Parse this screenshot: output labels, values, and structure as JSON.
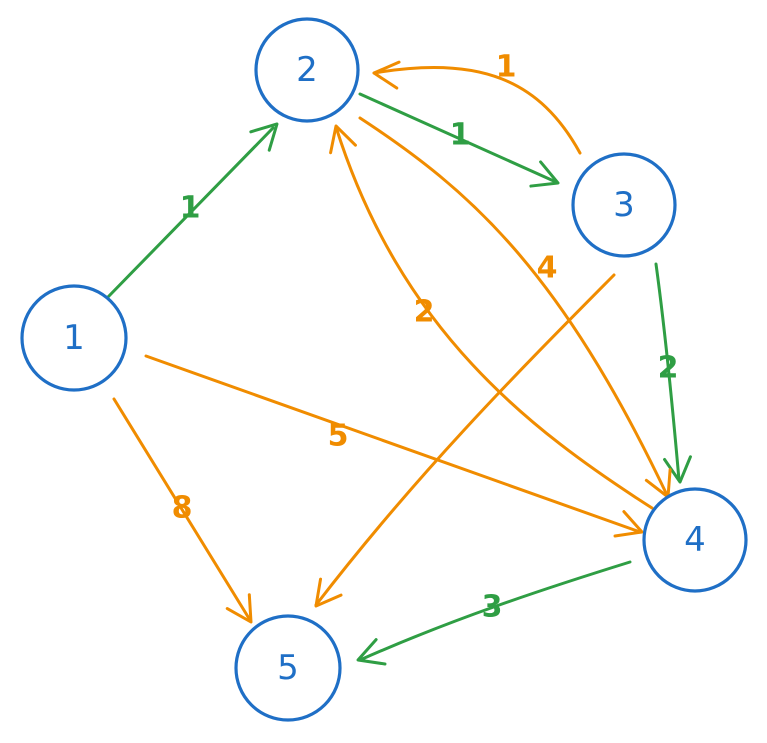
{
  "colors": {
    "node": "#1f6fc6",
    "green": "#2f9e44",
    "orange": "#f08c00"
  },
  "nodes": [
    {
      "id": "1",
      "label": "1"
    },
    {
      "id": "2",
      "label": "2"
    },
    {
      "id": "3",
      "label": "3"
    },
    {
      "id": "4",
      "label": "4"
    },
    {
      "id": "5",
      "label": "5"
    }
  ],
  "edges": [
    {
      "id": "e12",
      "from": "1",
      "to": "2",
      "weight": "1",
      "color": "green"
    },
    {
      "id": "e23",
      "from": "2",
      "to": "3",
      "weight": "1",
      "color": "green"
    },
    {
      "id": "e34",
      "from": "3",
      "to": "4",
      "weight": "2",
      "color": "green"
    },
    {
      "id": "e45",
      "from": "4",
      "to": "5",
      "weight": "3",
      "color": "green"
    },
    {
      "id": "e32",
      "from": "3",
      "to": "2",
      "weight": "1",
      "color": "orange"
    },
    {
      "id": "e24",
      "from": "2",
      "to": "4",
      "weight": "4",
      "color": "orange"
    },
    {
      "id": "e42",
      "from": "4",
      "to": "2",
      "weight": "2",
      "color": "orange"
    },
    {
      "id": "e14",
      "from": "1",
      "to": "4",
      "weight": "5",
      "color": "orange"
    },
    {
      "id": "e15",
      "from": "1",
      "to": "5",
      "weight": "8",
      "color": "orange"
    },
    {
      "id": "e35",
      "from": "3",
      "to": "5",
      "weight": "",
      "color": "orange"
    }
  ]
}
